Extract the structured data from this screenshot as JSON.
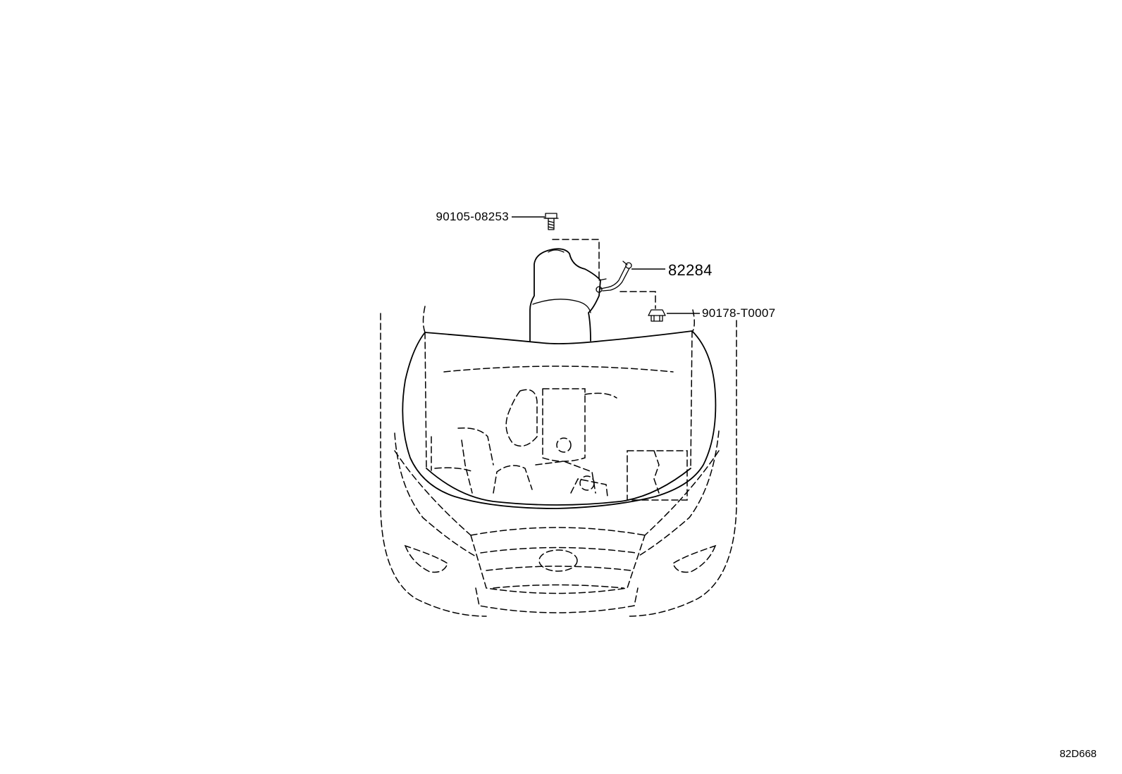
{
  "parts": [
    {
      "id": "bolt",
      "number": "90105-08253",
      "icon": "flange-bolt-icon"
    },
    {
      "id": "hose",
      "number": "82284",
      "icon": "wire-harness-clamp-icon"
    },
    {
      "id": "nut",
      "number": "90178-T0007",
      "icon": "flange-nut-icon"
    }
  ],
  "reference_code": "82D668",
  "colors": {
    "line": "#000000",
    "background": "#ffffff"
  }
}
